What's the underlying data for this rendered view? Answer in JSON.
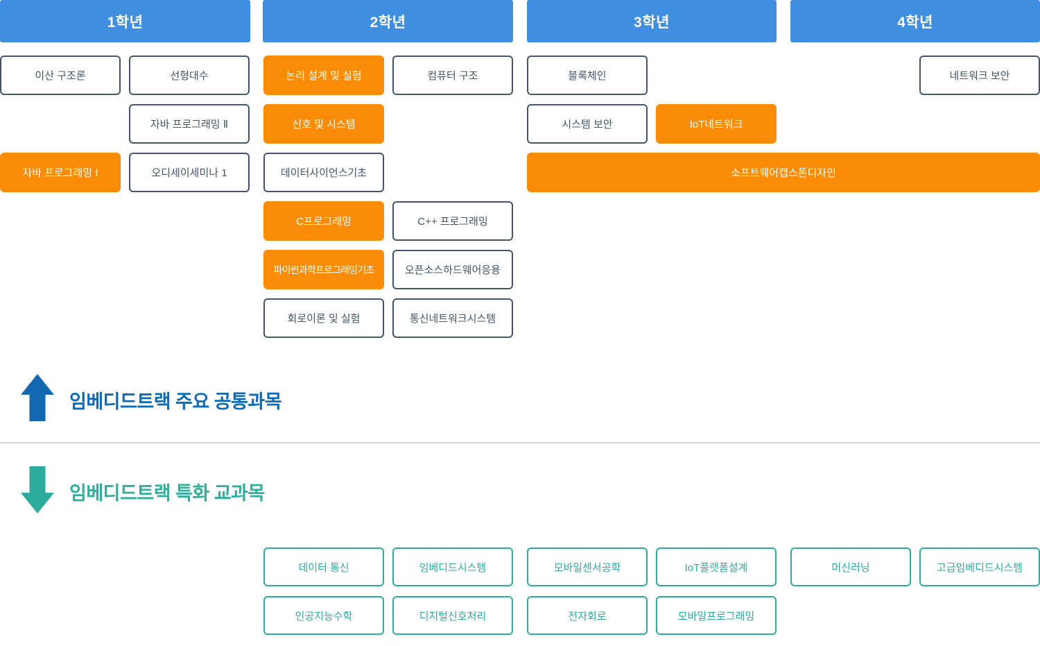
{
  "grades": {
    "g1": "1학년",
    "g2": "2학년",
    "g3": "3학년",
    "g4": "4학년"
  },
  "common": {
    "discrete_math": "이산 구조론",
    "linear_algebra": "선형대수",
    "java2": "자바 프로그래밍 Ⅱ",
    "java1": "자바 프로그래밍 Ⅰ",
    "odyssey": "오디세이세미나 1",
    "logic_design": "논리 설계 및 실험",
    "computer_arch": "컴퓨터 구조",
    "signals": "신호 및 시스템",
    "data_science": "데이터사이언스기초",
    "c_prog": "C프로그래밍",
    "cpp_prog": "C++ 프로그래밍",
    "python_sci": "파이썬과학프로그래밍기초",
    "open_hw": "오픈소스하드웨어응용",
    "circuit": "회로이론 및 실험",
    "comm_net": "통신네트워크시스템",
    "blockchain": "블록체인",
    "sys_sec": "시스템 보안",
    "iot_net": "IoT네트워크",
    "sw_capstone": "소프트웨어캡스톤디자인",
    "net_sec": "네트워크 보안"
  },
  "sections": {
    "common_label": "임베디드트랙 주요 공통과목",
    "special_label": "임베디드트랙 특화 교과목"
  },
  "special": {
    "data_comm": "데이터 통신",
    "embedded_sys": "임베디드시스템",
    "mobile_sensor": "모바일센서공학",
    "iot_platform": "IoT플랫폼설계",
    "ml": "머신러닝",
    "adv_embedded": "고급임베디드시스템",
    "ai_math": "인공지능수학",
    "dsp": "디지털신호처리",
    "electronics": "전자회로",
    "mobile_prog": "모바일프로그래밍"
  },
  "colors": {
    "grade_header_blue": "#3F8EE0",
    "course_orange": "#FB8C07",
    "course_outline_slate": "#44546B",
    "special_teal": "#2DAC9E",
    "heading_blue": "#0C6BB8",
    "heading_teal": "#2FAE9E",
    "arrow_up_blue": "#1268B0",
    "divider_gray": "#D2D2D2"
  }
}
